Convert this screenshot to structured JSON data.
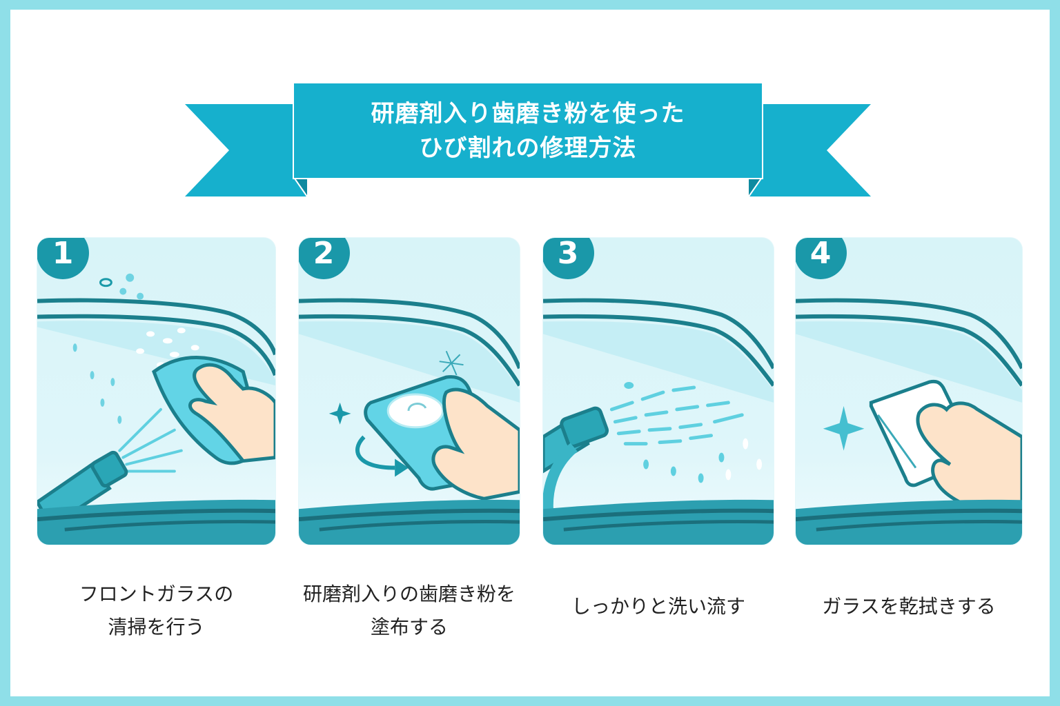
{
  "banner": {
    "title_line1": "研磨剤入り歯磨き粉を使った",
    "title_line2": "ひび割れの修理方法",
    "color": "#16b0cd",
    "frame_color": "#8fdfe8"
  },
  "steps": [
    {
      "number": "1",
      "caption_line1": "フロントガラスの",
      "caption_line2": "清掃を行う",
      "illustration": "hose-spray-and-hand-wiping-with-blue-cloth"
    },
    {
      "number": "2",
      "caption_line1": "研磨剤入りの歯磨き粉を",
      "caption_line2": "塗布する",
      "illustration": "hand-applying-toothpaste-on-cloth-circular-motion"
    },
    {
      "number": "3",
      "caption_line1": "しっかりと洗い流す",
      "caption_line2": "",
      "illustration": "hose-rinsing-windshield"
    },
    {
      "number": "4",
      "caption_line1": "ガラスを乾拭きする",
      "caption_line2": "",
      "illustration": "hand-wiping-with-white-cloth-sparkle"
    }
  ],
  "colors": {
    "badge": "#1a98a9",
    "outline": "#1b7f8c",
    "water": "#5fd0e0",
    "skin": "#fde3c9",
    "card_bg": "#dff6fa"
  }
}
